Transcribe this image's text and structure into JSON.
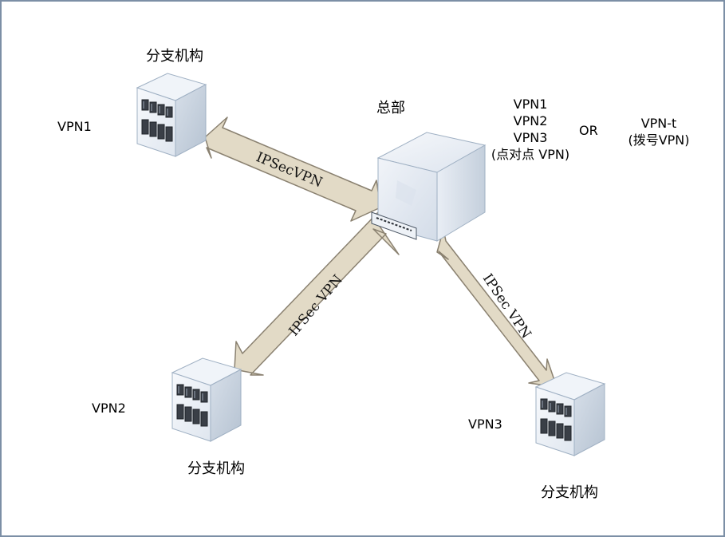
{
  "hq": {
    "label": "总部",
    "vpn_list": [
      "VPN1",
      "VPN2",
      "VPN3",
      "(点对点 VPN)"
    ],
    "or_label": "OR",
    "alt_line1": "VPN-t",
    "alt_line2": "(拨号VPN)"
  },
  "branches": [
    {
      "name": "分支机构",
      "vpn": "VPN1"
    },
    {
      "name": "分支机构",
      "vpn": "VPN2"
    },
    {
      "name": "分支机构",
      "vpn": "VPN3"
    }
  ],
  "links": [
    {
      "label": "IPSecVPN"
    },
    {
      "label": "IPSec VPN"
    },
    {
      "label": "IPSec VPN"
    }
  ],
  "colors": {
    "frame": "#7c8fa6",
    "arrow_fill": "#e2dac6",
    "arrow_stroke": "#8a8170",
    "building_face": "#eef2f7",
    "building_side": "#c8d2de",
    "hq_face": "#e5ebf3"
  }
}
